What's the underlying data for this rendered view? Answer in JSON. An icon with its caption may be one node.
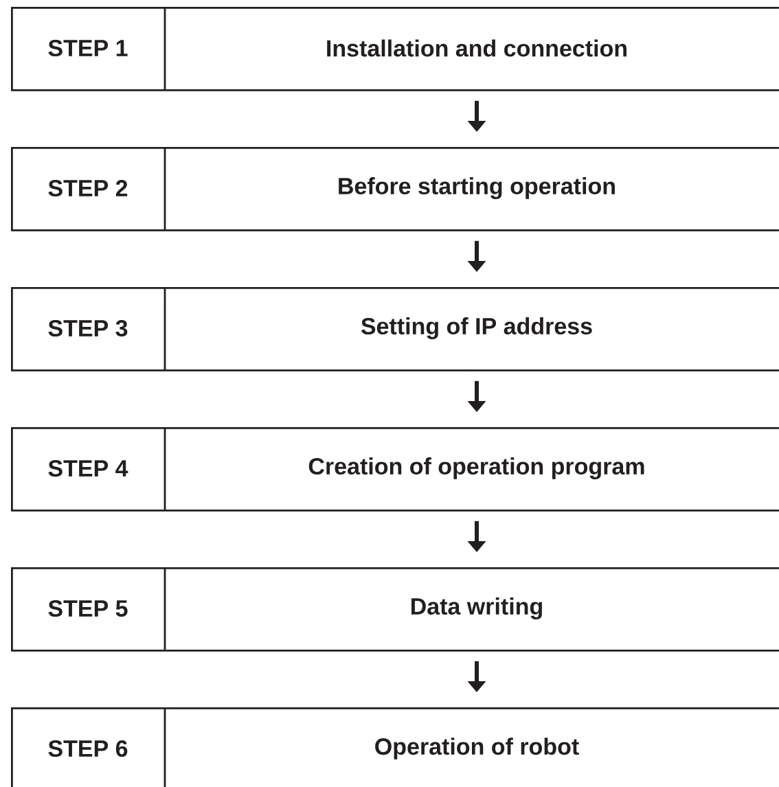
{
  "diagram": {
    "nodes": [
      {
        "text": [
          "STEP 1",
          "Installation and connection"
        ]
      },
      {
        "text": [
          "STEP 2",
          "Before starting operation"
        ]
      },
      {
        "text": [
          "STEP 3",
          "Setting of IP address"
        ]
      },
      {
        "text": [
          "STEP 4",
          "Creation of operation program"
        ]
      },
      {
        "text": [
          "STEP 5",
          "Data writing"
        ]
      },
      {
        "text": [
          "STEP 6",
          "Operation of robot"
        ]
      }
    ],
    "edges": [
      {
        "from": 0,
        "to": 1,
        "arrow": "to"
      },
      {
        "from": 1,
        "to": 2,
        "arrow": "to"
      },
      {
        "from": 2,
        "to": 3,
        "arrow": "to"
      },
      {
        "from": 3,
        "to": 4,
        "arrow": "to"
      },
      {
        "from": 4,
        "to": 5,
        "arrow": "to"
      }
    ]
  }
}
